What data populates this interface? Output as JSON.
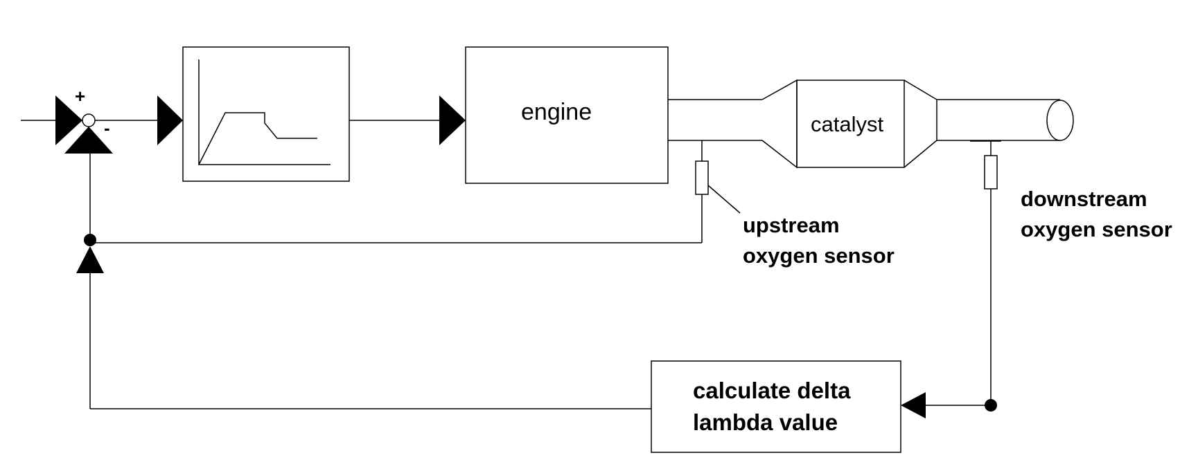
{
  "summing_junction": {
    "plus_sign": "+",
    "minus_sign": "-"
  },
  "blocks": {
    "engine": "engine",
    "catalyst": "catalyst",
    "calculate": {
      "line1": "calculate delta",
      "line2": "lambda value"
    }
  },
  "sensors": {
    "upstream": {
      "line1": "upstream",
      "line2": "oxygen sensor"
    },
    "downstream": {
      "line1": "downstream",
      "line2": "oxygen sensor"
    }
  }
}
